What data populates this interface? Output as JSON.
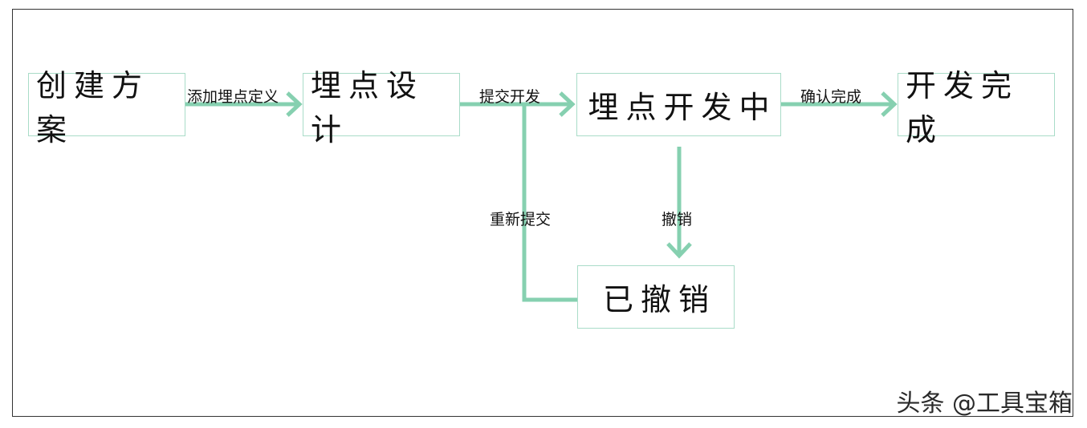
{
  "nodes": {
    "create_plan": "创建方案",
    "tracking_design": "埋点设计",
    "tracking_dev": "埋点开发中",
    "dev_done": "开发完成",
    "revoked": "已撤销"
  },
  "edges": {
    "add_definition": "添加埋点定义",
    "submit_dev": "提交开发",
    "confirm_done": "确认完成",
    "resubmit": "重新提交",
    "revoke": "撤销"
  },
  "colors": {
    "arrow": "#86d0b0",
    "node_border": "#a9dcc8",
    "frame": "#333333"
  },
  "watermark": "头条 @工具宝箱"
}
